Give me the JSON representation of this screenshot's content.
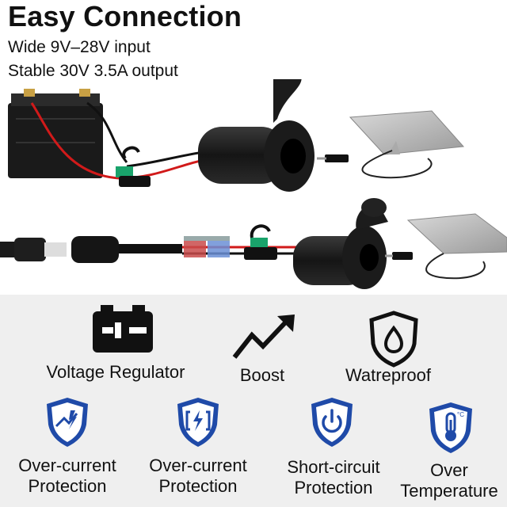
{
  "header": {
    "title": "Easy Connection",
    "line1": "Wide 9V–28V input",
    "line2": "Stable 30V 3.5A output"
  },
  "features_top": [
    {
      "label": "Voltage Regulator",
      "icon": "battery-icon"
    },
    {
      "label": "Boost",
      "icon": "boost-arrow-icon"
    },
    {
      "label": "Watreproof",
      "icon": "waterproof-shield-icon"
    }
  ],
  "features_bottom": [
    {
      "line1": "Over-current",
      "line2": "Protection",
      "icon": "overcurrent-shield-icon"
    },
    {
      "line1": "Over-current",
      "line2": "Protection",
      "icon": "circuit-shield-icon"
    },
    {
      "line1": "Short-circuit",
      "line2": "Protection",
      "icon": "power-shield-icon"
    },
    {
      "line1": "Over",
      "line2": "Temperature",
      "icon": "thermometer-shield-icon"
    }
  ],
  "colors": {
    "shield_blue": "#1f4aa8",
    "wire_red": "#d11a1a",
    "fuse_green": "#19a36b"
  }
}
